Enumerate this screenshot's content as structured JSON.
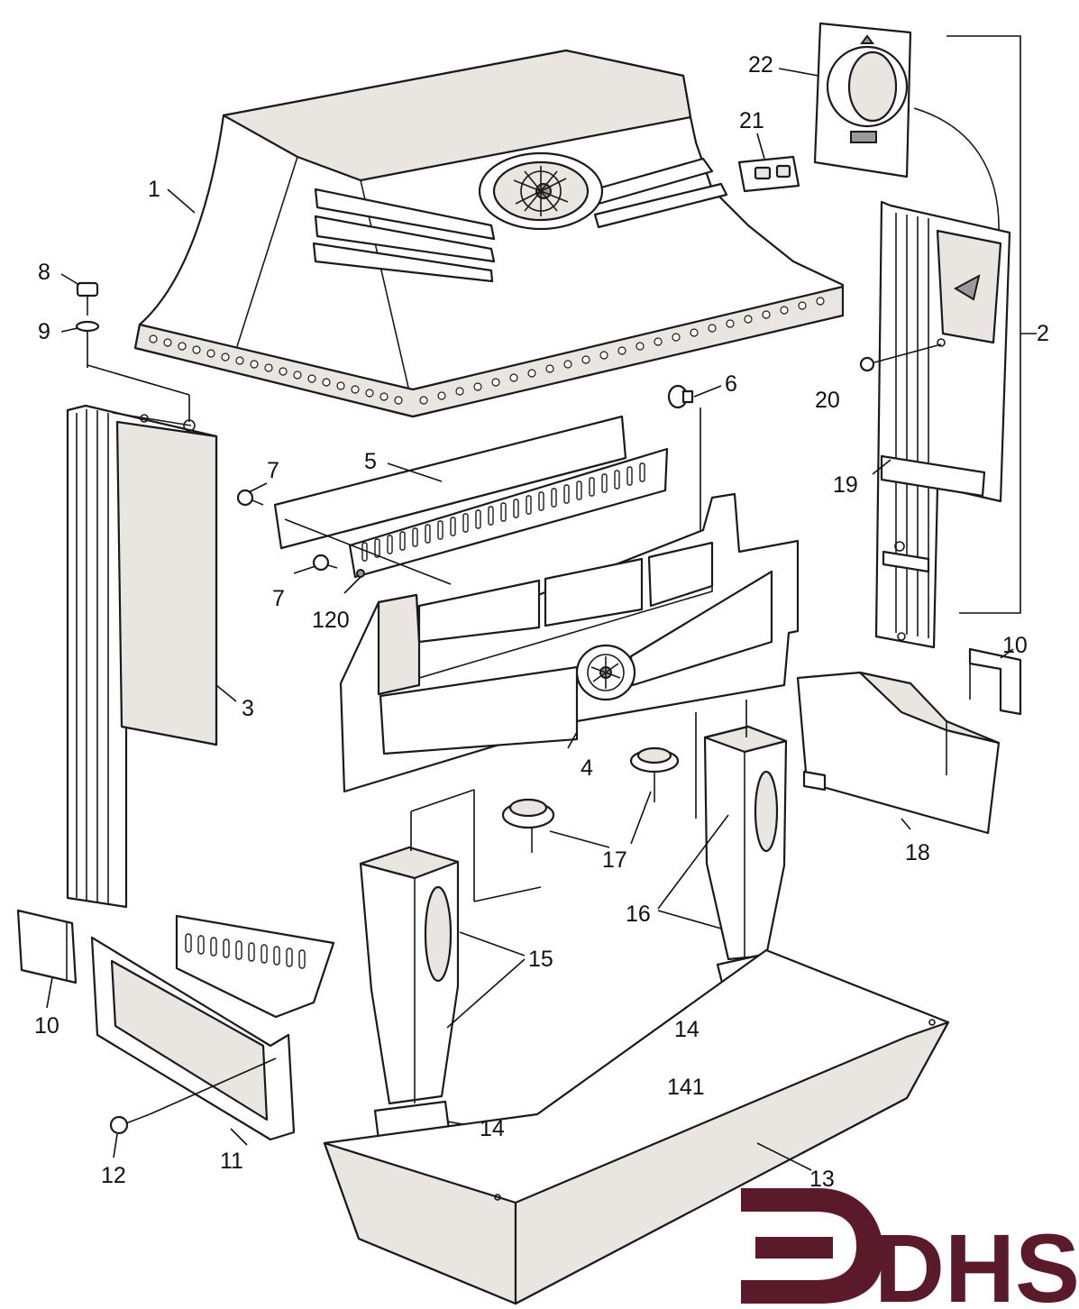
{
  "callouts": {
    "c1": "1",
    "c2": "2",
    "c3": "3",
    "c4": "4",
    "c5": "5",
    "c6": "6",
    "c7a": "7",
    "c7b": "7",
    "c8": "8",
    "c9": "9",
    "c10a": "10",
    "c10b": "10",
    "c11": "11",
    "c12": "12",
    "c13": "13",
    "c14a": "14",
    "c14b": "14",
    "c141": "141",
    "c15": "15",
    "c16": "16",
    "c17": "17",
    "c18": "18",
    "c19": "19",
    "c20": "20",
    "c21": "21",
    "c22": "22",
    "c120": "120"
  },
  "logo": {
    "text": "DHS",
    "color": "#5b1a2a"
  },
  "colors": {
    "line": "#1a1a1a",
    "paper": "#ffffff",
    "shade": "#e9e6e2"
  }
}
